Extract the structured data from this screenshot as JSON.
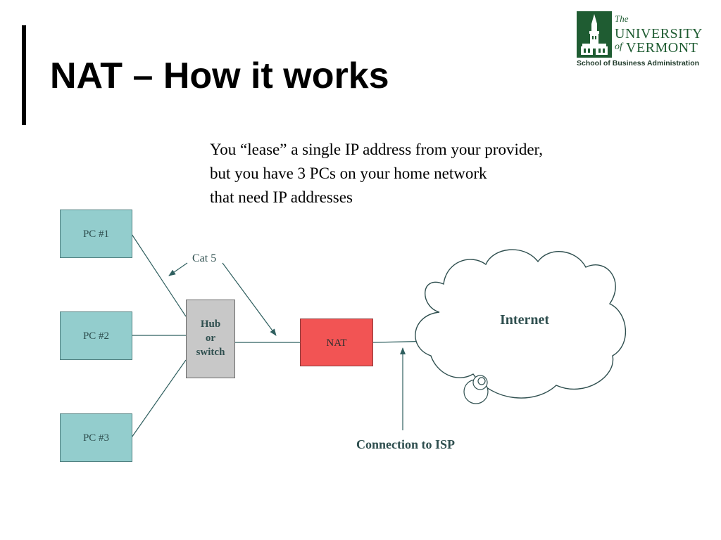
{
  "slide": {
    "title": "NAT – How it works",
    "intro_lines": [
      "You “lease” a single IP address from your provider,",
      "but you have 3 PCs on your home network",
      "that need IP addresses"
    ]
  },
  "logo": {
    "the": "The",
    "university": "UNIVERSITY",
    "of": "of",
    "vermont": "VERMONT",
    "school": "School of Business Administration"
  },
  "diagram": {
    "pcs": [
      {
        "label": "PC #1"
      },
      {
        "label": "PC #2"
      },
      {
        "label": "PC #3"
      }
    ],
    "hub_lines": [
      "Hub",
      "or",
      "switch"
    ],
    "nat_label": "NAT",
    "cloud_label": "Internet",
    "cable_label": "Cat 5",
    "isp_label": "Connection to ISP"
  },
  "colors": {
    "pc_fill": "#93cdcd",
    "hub_fill": "#c8c8c8",
    "nat_fill": "#f25454",
    "line": "#2f5f5f",
    "logo_green": "#1f5c32"
  }
}
